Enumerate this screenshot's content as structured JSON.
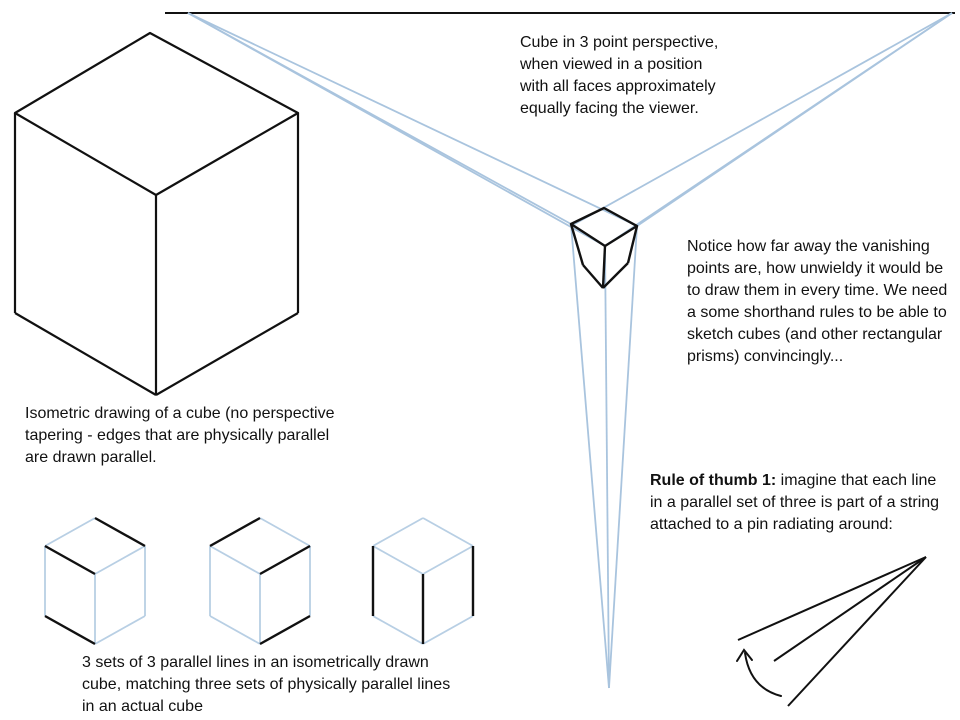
{
  "colors": {
    "ink": "#111111",
    "construction_line": "#a9c4de",
    "background": "#ffffff"
  },
  "labels": {
    "three_point_caption": "Cube in 3 point perspective, when viewed in a position with all faces approximately equally facing the viewer.",
    "vanishing_note": "Notice how far away the vanishing points are, how unwieldy it would be to draw them in every time. We need a some shorthand rules to be able to sketch cubes (and other rectangular prisms) convincingly...",
    "isometric_caption": "Isometric drawing of a cube (no perspective tapering - edges that are physically parallel are drawn parallel.",
    "rule_title": "Rule of thumb 1:",
    "rule_text": " imagine that each line in a parallel set of three is part of a string attached to a pin radiating around:",
    "parallel_sets_caption": "3 sets of 3 parallel lines in an isometrically drawn cube, matching three sets of physically parallel lines in an actual cube"
  }
}
